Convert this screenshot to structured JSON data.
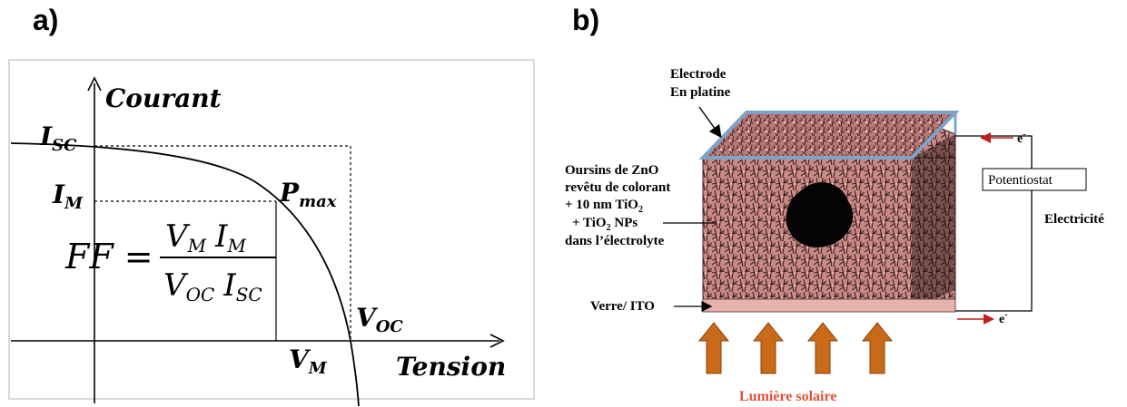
{
  "panel_a": {
    "label": "a)",
    "axis_y": "Courant",
    "axis_x": "Tension",
    "isc": {
      "main": "I",
      "sub": "SC"
    },
    "im": {
      "main": "I",
      "sub": "M"
    },
    "pmax": {
      "main": "P",
      "sub": "max"
    },
    "voc": {
      "main": "V",
      "sub": "OC"
    },
    "vm": {
      "main": "V",
      "sub": "M"
    },
    "formula": {
      "lhs": "FF =",
      "num_v": "V",
      "num_v_sub": "M",
      "num_i": "I",
      "num_i_sub": "M",
      "den_v": "V",
      "den_v_sub": "OC",
      "den_i": "I",
      "den_i_sub": "SC"
    }
  },
  "panel_b": {
    "label": "b)",
    "electrode_line1": "Electrode",
    "electrode_line2": "En platine",
    "desc_line1": "Oursins de ZnO",
    "desc_line2": "revêtu de colorant",
    "desc_line3_a": "+ 10 nm TiO",
    "desc_line3_sub": "2",
    "desc_line4_a": "+ TiO",
    "desc_line4_sub": "2",
    "desc_line4_b": " NPs",
    "desc_line5": "dans l’électrolyte",
    "glass": "Verre/ ITO",
    "potentiostat": "Potentiostat",
    "electricity": "Electricité",
    "electron": "e",
    "electron_sup": "-",
    "sunlight": "Lumière solaire",
    "colors": {
      "cube_fill": "#c98a86",
      "cube_dark": "#1a0e0e",
      "glass_edge": "#7fa3c8",
      "arrow_red": "#c0201a",
      "sun_arrow": "#c86a18",
      "sun_text": "#e0533a"
    }
  }
}
